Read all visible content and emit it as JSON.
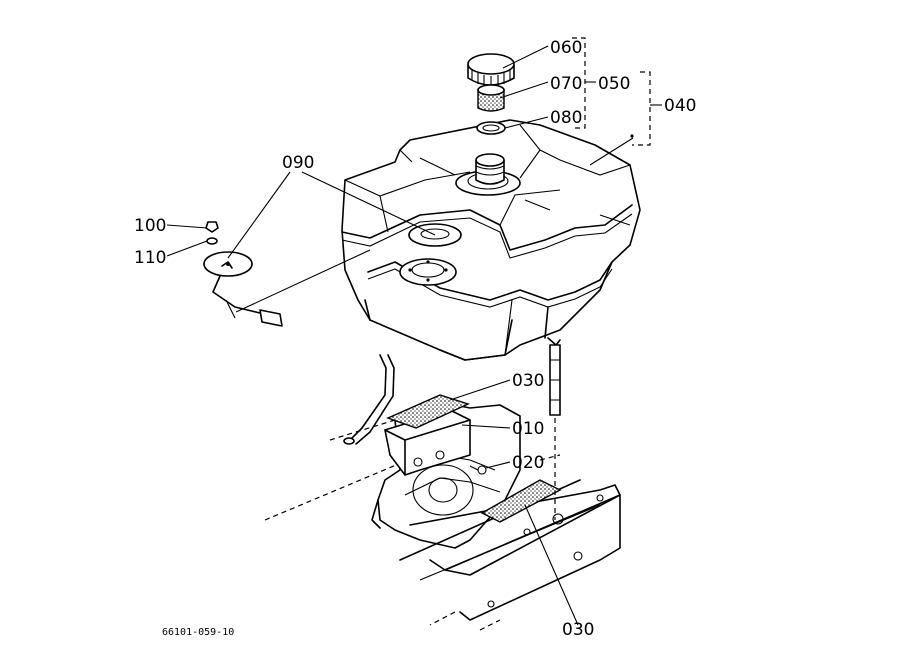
{
  "diagram": {
    "callouts": {
      "c060": "060",
      "c070": "070",
      "c050": "050",
      "c040": "040",
      "c080": "080",
      "c090": "090",
      "c100": "100",
      "c110": "110",
      "c030_top": "030",
      "c010": "010",
      "c020": "020",
      "c030_bottom": "030"
    },
    "drawing_code": "66101-059-10"
  }
}
